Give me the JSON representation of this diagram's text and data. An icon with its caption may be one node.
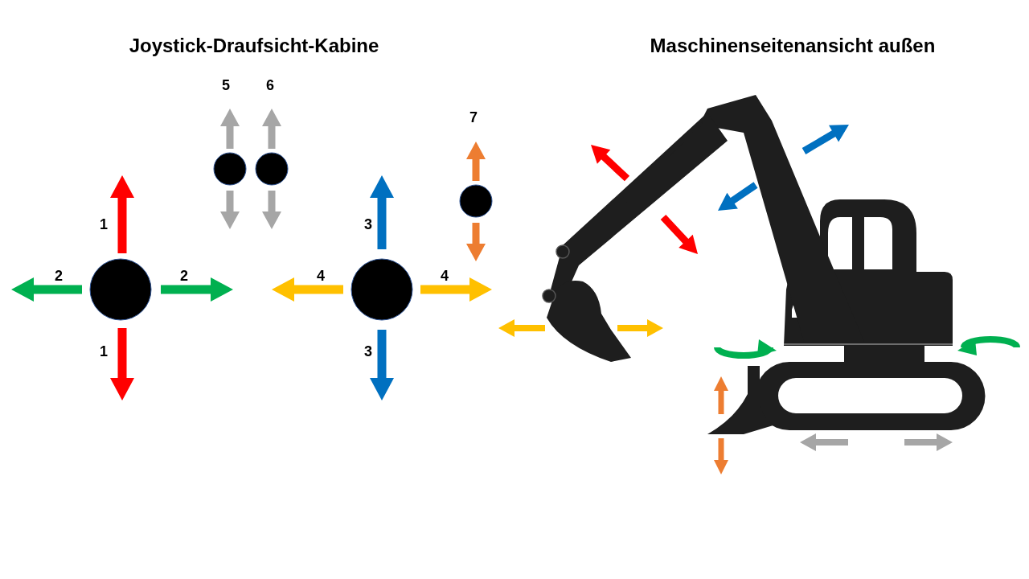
{
  "diagram": {
    "nodes": [
      {
        "text": [],
        "shape": "circle"
      },
      {
        "text": [],
        "shape": "circle"
      },
      {
        "text": [],
        "shape": "circle"
      },
      {
        "text": [],
        "shape": "circle"
      },
      {
        "text": [],
        "shape": "circle"
      }
    ],
    "labels": [
      "Joystick-Draufsicht-Kabine",
      "Maschinenseitenansicht außen",
      "5",
      "6",
      "7",
      "1",
      "3",
      "2",
      "2",
      "4",
      "4",
      "1",
      "3"
    ]
  }
}
